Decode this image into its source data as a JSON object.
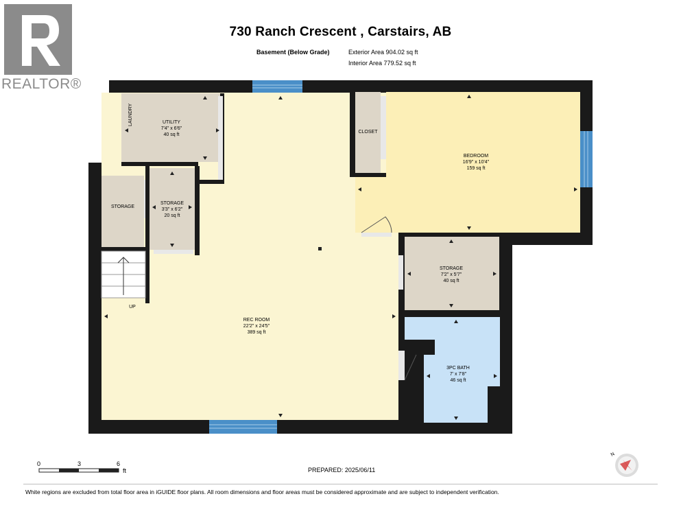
{
  "header": {
    "title": "730 Ranch Crescent , Carstairs, AB",
    "level": "Basement (Below Grade)",
    "exterior_area": "Exterior Area 904.02 sq ft",
    "interior_area": "Interior Area 779.52 sq ft"
  },
  "logo": {
    "text": "REALTOR®",
    "registered": "®"
  },
  "rooms": {
    "utility": {
      "name": "UTILITY",
      "dims": "7'4\" x 6'6\"",
      "area": "40 sq ft"
    },
    "laundry": {
      "name": "LAUNDRY"
    },
    "storage_left": {
      "name": "STORAGE"
    },
    "storage_small": {
      "name": "STORAGE",
      "dims": "3'3\" x 6'2\"",
      "area": "20 sq ft"
    },
    "closet": {
      "name": "CLOSET"
    },
    "bedroom": {
      "name": "BEDROOM",
      "dims": "16'9\" x 10'4\"",
      "area": "159 sq ft"
    },
    "storage_right": {
      "name": "STORAGE",
      "dims": "7'2\" x 5'7\"",
      "area": "40 sq ft"
    },
    "rec_room": {
      "name": "REC ROOM",
      "dims": "22'2\" x 24'5\"",
      "area": "389 sq ft"
    },
    "bath": {
      "name": "3PC BATH",
      "dims": "7' x 7'8\"",
      "area": "46 sq ft"
    },
    "stairs": {
      "label": "UP"
    }
  },
  "colors": {
    "wall": "#1a1a1a",
    "utility": "#ddd6c8",
    "storage": "#ddd6c8",
    "rec_room": "#fbf5d2",
    "bedroom": "#fcefb7",
    "bath": "#c8e2f7",
    "window": "#4a8fc8"
  },
  "scale": {
    "labels": [
      "0",
      "3",
      "6"
    ],
    "unit": "ft"
  },
  "compass": {
    "label": "N"
  },
  "prepared": "PREPARED: 2025/06/11",
  "disclaimer": "White regions are excluded from total floor area in iGUIDE floor plans. All room dimensions and floor areas must be considered approximate and are subject to independent verification."
}
